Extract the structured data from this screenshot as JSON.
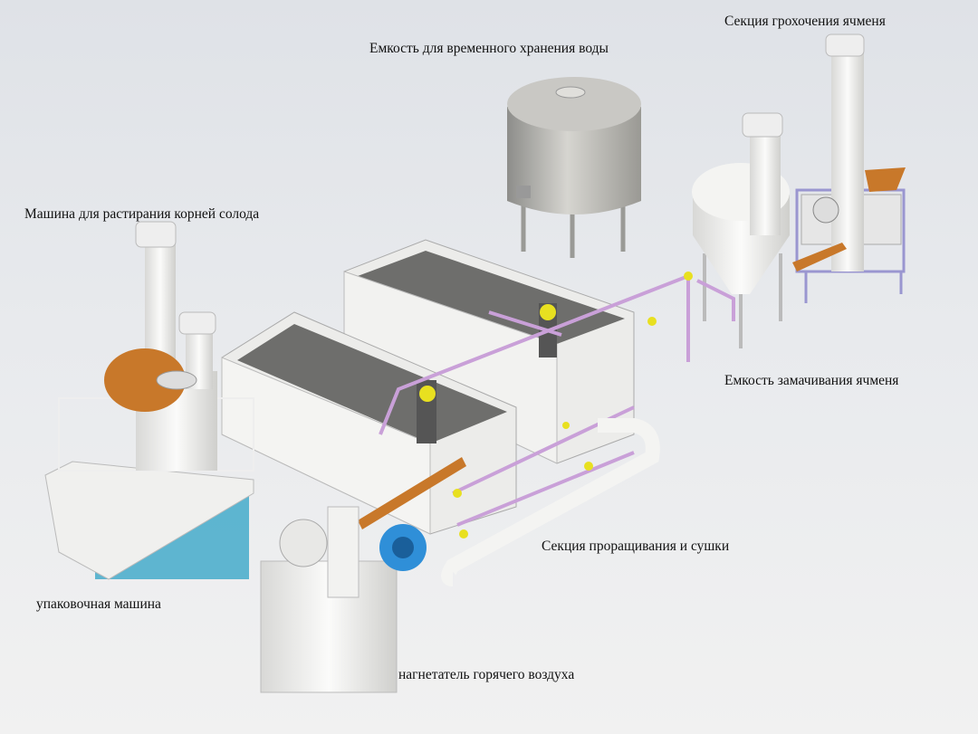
{
  "labels": {
    "water_tank": "Емкость для временного хранения воды",
    "screening": "Секция грохочения ячменя",
    "root_grinder": "Машина для растирания корней солода",
    "soaking_tank": "Емкость замачивания ячменя",
    "germination": "Секция проращивания и сушки",
    "packaging": "упаковочная машина",
    "hot_air_blower": "нагнетатель горячего воздуха"
  },
  "colors": {
    "pipe_pink": "#c9a0d8",
    "fitting_yellow": "#e8e020",
    "conveyor_orange": "#c8782a",
    "water_blue": "#3aa6c8",
    "fan_blue": "#2f8fd8"
  }
}
